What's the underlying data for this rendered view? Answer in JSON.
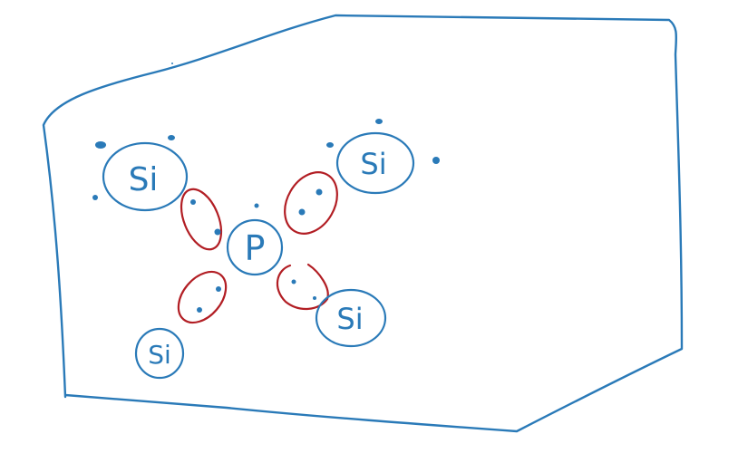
{
  "diagram": {
    "colors": {
      "ink": "#2a7ab8",
      "bond": "#b21e24",
      "background": "#ffffff"
    },
    "center_atom": {
      "label": "P"
    },
    "neighbor_atoms": [
      {
        "label": "Si"
      },
      {
        "label": "Si"
      },
      {
        "label": "Si"
      },
      {
        "label": "Si"
      }
    ]
  }
}
